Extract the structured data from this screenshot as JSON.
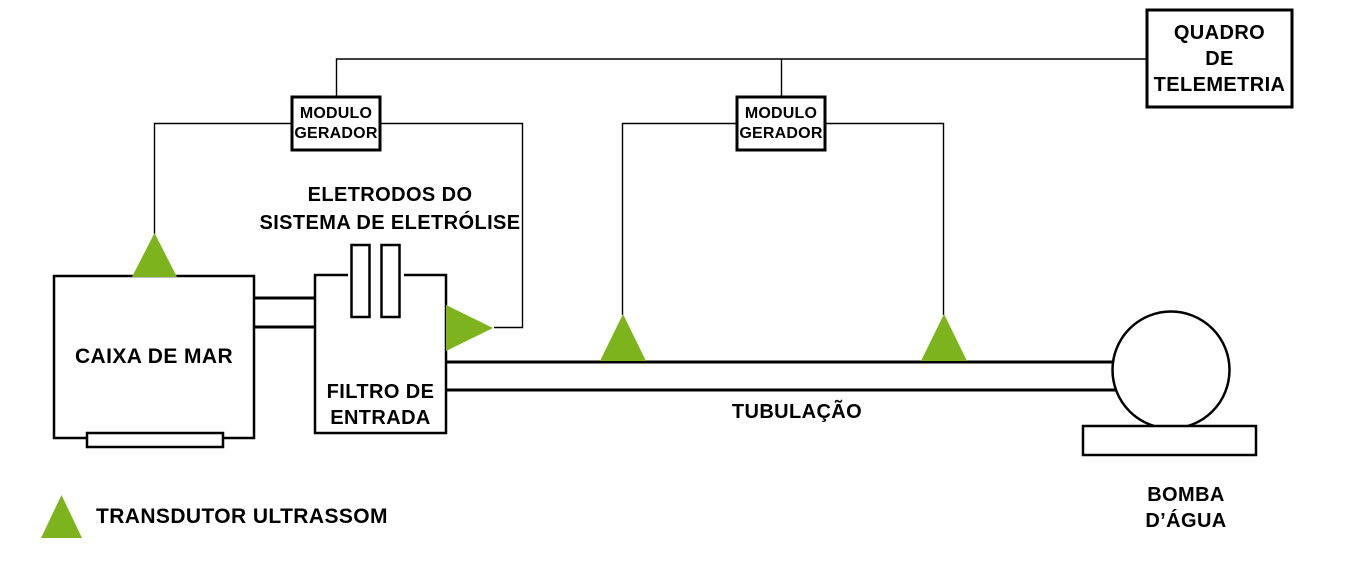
{
  "colors": {
    "transducer_green": "#7DB41E",
    "line": "#000000",
    "background": "#FFFFFF"
  },
  "diagram": {
    "telemetry_panel": {
      "lines": [
        "QUADRO",
        "DE",
        "TELEMETRIA"
      ]
    },
    "generator_modules": [
      {
        "lines": [
          "MODULO",
          "GERADOR"
        ]
      },
      {
        "lines": [
          "MODULO",
          "GERADOR"
        ]
      }
    ],
    "sea_chest": {
      "label": "CAIXA DE MAR"
    },
    "inlet_filter": {
      "lines": [
        "FILTRO DE",
        "ENTRADA"
      ]
    },
    "electrolysis_electrodes": {
      "lines": [
        "ELETRODOS DO",
        "SISTEMA DE ELETRÓLISE"
      ]
    },
    "piping": {
      "label": "TUBULAÇÃO"
    },
    "water_pump": {
      "lines": [
        "BOMBA",
        "D’ÁGUA"
      ]
    },
    "legend": {
      "transducer_label": "TRANSDUTOR ULTRASSOM"
    }
  }
}
